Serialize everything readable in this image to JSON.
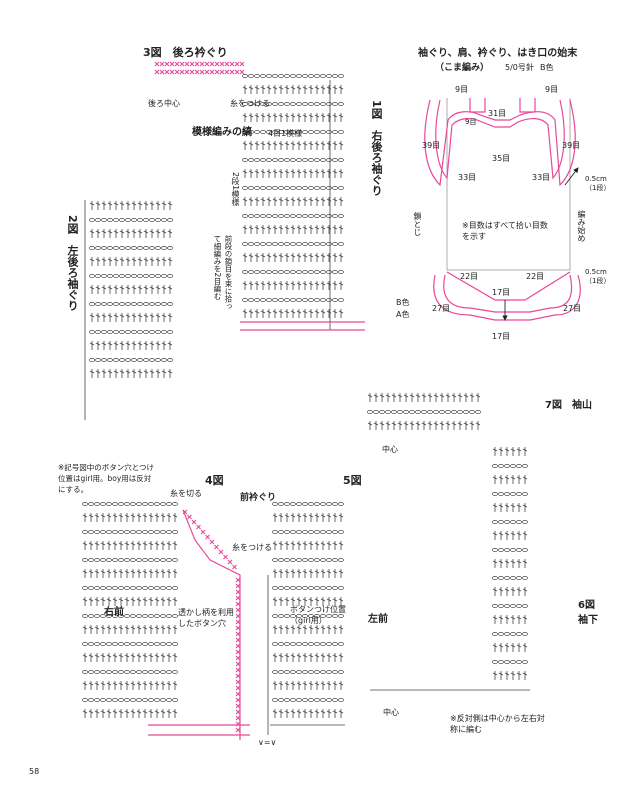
{
  "page_number": "58",
  "colors": {
    "pink": "#e8489a",
    "ink": "#444444"
  },
  "fig3": {
    "title": "3図　後ろ衿ぐり",
    "center": "後ろ中心",
    "attach_yarn": "糸をつける"
  },
  "fig1": {
    "title": "1図　右後ろ袖ぐり",
    "pattern_label": "模様編みの縞",
    "repeat_label": "4目1模様",
    "row_repeat_label": "2段1模様",
    "note": "前段の鎖目を束に拾って細編みを2目編む",
    "color_b": "B色",
    "color_a": "A色"
  },
  "fig2": {
    "title": "2図　左後ろ袖ぐり"
  },
  "edging": {
    "title": "袖ぐり、肩、衿ぐり、はき口の始末",
    "subtitle": "（こま編み）",
    "needle": "5/0号針",
    "color": "B色",
    "counts": [
      "9目",
      "31目",
      "9目",
      "9目",
      "39目",
      "39目",
      "35目",
      "33目",
      "33目",
      "22目",
      "22目",
      "17目",
      "17目",
      "27目",
      "27目"
    ],
    "dim_1": "0.5cm（1段）",
    "dim_2": "0.5cm（1段）",
    "chain_edge": "鎖とじ",
    "start": "編み始め",
    "note": "※目数はすべて拾い目数を示す"
  },
  "fig4": {
    "title": "4図",
    "subtitle": "前衿ぐり",
    "note": "※記号図中のボタン穴とつけ位置はgirl用。boy用は反対にする。",
    "cut_yarn": "糸を切る",
    "attach_yarn": "糸をつける",
    "buttonhole": "透かし柄を利用したボタン穴",
    "right_front": "右前"
  },
  "fig5": {
    "title": "5図",
    "button_pos": "ボタンつけ位置（girl用）",
    "left_front": "左前"
  },
  "fig7": {
    "title": "7図　袖山",
    "center": "中心"
  },
  "fig6": {
    "title": "6図　袖下",
    "center": "中心",
    "note": "※反対側は中心から左右対称に編む"
  },
  "legend": {
    "symbols": "∨=∨"
  }
}
